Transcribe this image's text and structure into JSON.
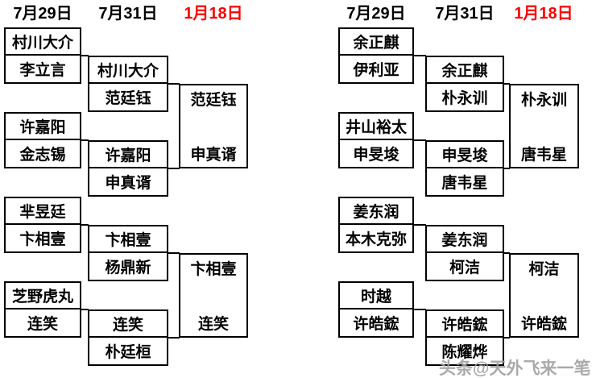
{
  "bracket": {
    "left": {
      "dates": [
        "7月29日",
        "7月31日",
        "1月18日"
      ],
      "round1": [
        {
          "top": "村川大介",
          "bottom": "李立言"
        },
        {
          "top": "许嘉阳",
          "bottom": "金志锡"
        },
        {
          "top": "芈昱廷",
          "bottom": "卞相壹"
        },
        {
          "top": "芝野虎丸",
          "bottom": "连笑"
        }
      ],
      "round2": [
        {
          "top": "村川大介",
          "bottom": "范廷钰"
        },
        {
          "top": "许嘉阳",
          "bottom": "申真谞"
        },
        {
          "top": "卞相壹",
          "bottom": "杨鼎新"
        },
        {
          "top": "连笑",
          "bottom": "朴廷桓"
        }
      ],
      "round3": [
        {
          "top": "范廷钰",
          "bottom": "申真谞"
        },
        {
          "top": "卞相壹",
          "bottom": "连笑"
        }
      ]
    },
    "right": {
      "dates": [
        "7月29日",
        "7月31日",
        "1月18日"
      ],
      "round1": [
        {
          "top": "余正麒",
          "bottom": "伊利亚"
        },
        {
          "top": "井山裕太",
          "bottom": "申旻埈"
        },
        {
          "top": "姜东润",
          "bottom": "本木克弥"
        },
        {
          "top": "时越",
          "bottom": "许皓鋐"
        }
      ],
      "round2": [
        {
          "top": "余正麒",
          "bottom": "朴永训"
        },
        {
          "top": "申旻埈",
          "bottom": "唐韦星"
        },
        {
          "top": "姜东润",
          "bottom": "柯洁"
        },
        {
          "top": "许皓鋐",
          "bottom": "陈耀烨"
        }
      ],
      "round3": [
        {
          "top": "朴永训",
          "bottom": "唐韦星"
        },
        {
          "top": "柯洁",
          "bottom": "许皓鋐"
        }
      ]
    }
  },
  "watermark": "头条@天外飞来一笔",
  "colors": {
    "highlight_date": "#FF0000",
    "text": "#000000",
    "border": "#000000",
    "watermark": "#9E9E9E"
  }
}
